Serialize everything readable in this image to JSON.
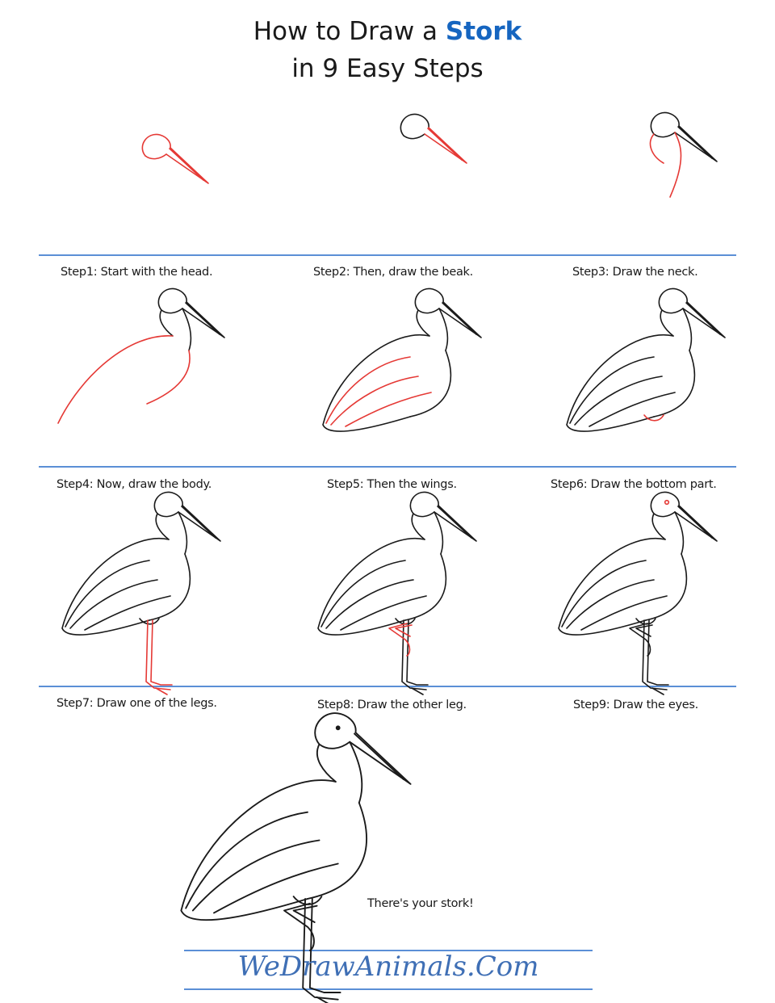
{
  "title": {
    "line1_prefix": "How to Draw a ",
    "line1_highlight": "Stork",
    "line2": "in 9 Easy Steps"
  },
  "colors": {
    "accent": "#1565c0",
    "rule": "#5b8fd6",
    "new_stroke": "#e53935",
    "old_stroke": "#1a1a1a",
    "logo": "#3f6fb5"
  },
  "steps": [
    {
      "caption": "Step1: Start with the head."
    },
    {
      "caption": "Step2: Then, draw the beak."
    },
    {
      "caption": "Step3: Draw the neck."
    },
    {
      "caption": "Step4: Now, draw the body."
    },
    {
      "caption": "Step5: Then the wings."
    },
    {
      "caption": "Step6: Draw the bottom part."
    },
    {
      "caption": "Step7: Draw one of the legs."
    },
    {
      "caption": "Step8: Draw the other leg."
    },
    {
      "caption": "Step9: Draw the eyes."
    }
  ],
  "final_note": "There's your stork!",
  "logo_text": "WeDrawAnimals.Com"
}
